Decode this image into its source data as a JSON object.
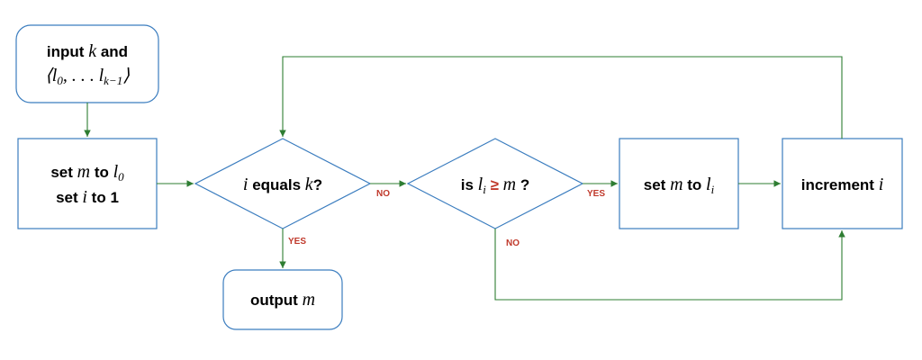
{
  "nodes": {
    "input": {
      "text1": "input",
      "var_k": "k",
      "text2": "and",
      "seq_open": "⟨",
      "seq_l": "l",
      "seq_sub0": "0",
      "seq_mid": ", . . .",
      "seq_sub1": "k−1",
      "seq_close": "⟩"
    },
    "init": {
      "set1": "set",
      "var_m": "m",
      "to1": "to",
      "var_l": "l",
      "sub0": "0",
      "set2": "set",
      "var_i": "i",
      "to2": "to",
      "val1": "1"
    },
    "cond_i_equals_k": {
      "var_i": "i",
      "equals": "equals",
      "var_k": "k",
      "q": "?"
    },
    "cond_li_ge_m": {
      "is": "is",
      "var_l": "l",
      "sub_i": "i",
      "ge": "≥",
      "var_m": "m",
      "q": "?"
    },
    "set_m": {
      "set": "set",
      "var_m": "m",
      "to": "to",
      "var_l": "l",
      "sub_i": "i"
    },
    "increment": {
      "text": "increment",
      "var_i": "i"
    },
    "output": {
      "text": "output",
      "var_m": "m"
    }
  },
  "branch_labels": {
    "no_1": "NO",
    "yes_1": "YES",
    "yes_2": "YES",
    "no_2": "NO"
  },
  "colors": {
    "box_border": "#3b7dbf",
    "arrow": "#2e7d32",
    "branch_label": "#c0392b"
  }
}
